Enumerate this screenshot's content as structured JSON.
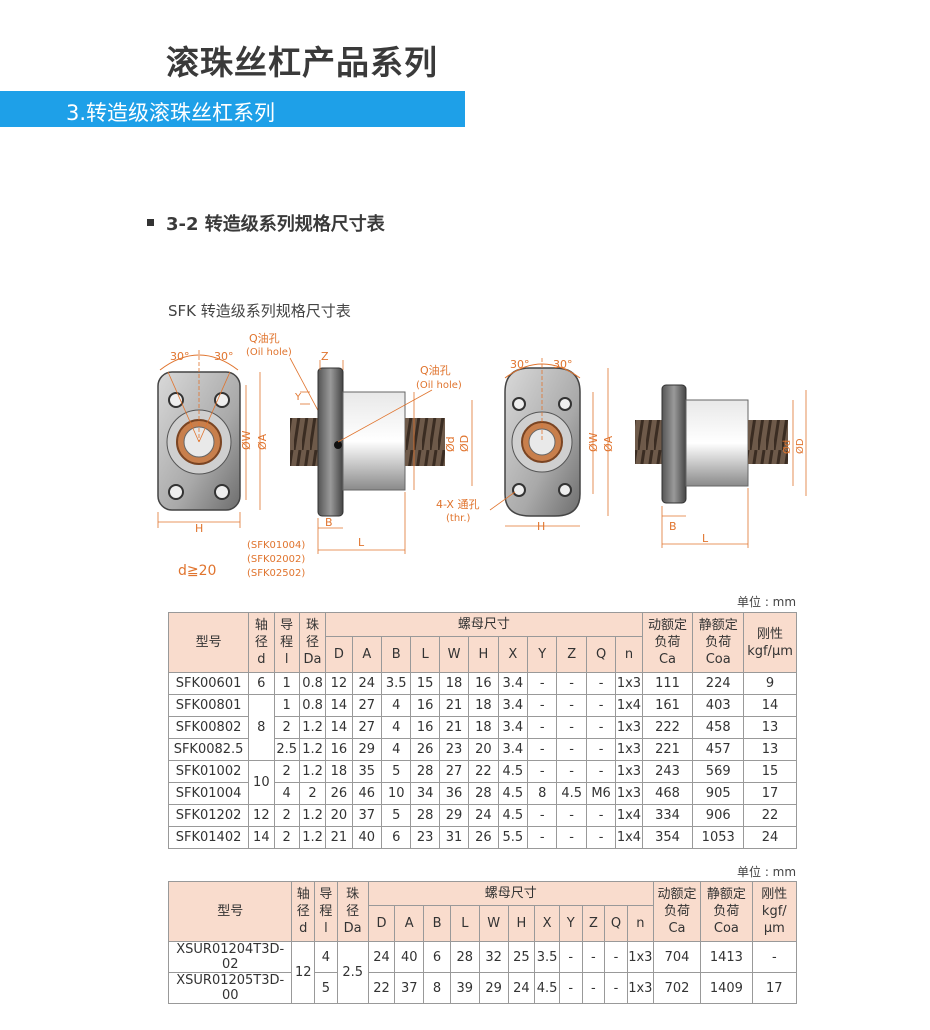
{
  "page": {
    "title": "滚珠丝杠产品系列",
    "banner": "3.转造级滚珠丝杠系列",
    "section": "3-2 转造级系列规格尺寸表",
    "subtitle": "SFK 转造级系列规格尺寸表"
  },
  "drawing": {
    "angle_left_1": "30°",
    "angle_left_2": "30°",
    "angle_right_1": "30°",
    "angle_right_2": "30°",
    "oil_hole_1": "Q油孔",
    "oil_hole_1_en": "(Oil hole)",
    "oil_hole_2": "Q油孔",
    "oil_hole_2_en": "(Oil hole)",
    "thru_hole": "4-X 通孔",
    "thru_hole_en": "(thr.)",
    "dim_H": "H",
    "dim_H2": "H",
    "dim_B": "B",
    "dim_B2": "B",
    "dim_L": "L",
    "dim_L2": "L",
    "dim_Z": "Z",
    "dim_Y": "Y",
    "dim_W": "ØW",
    "dim_A": "ØA",
    "dim_d": "Ød",
    "dim_D": "ØD",
    "dim_W2": "ØW",
    "dim_A2": "ØA",
    "dim_d2": "Ød",
    "dim_D2": "ØD",
    "models_1": "(SFK01004)",
    "models_2": "(SFK02002)",
    "models_3": "(SFK02502)",
    "d_condition": "d≧20"
  },
  "table1": {
    "unit": "单位 : mm",
    "h_model": "型号",
    "h_shaft_1": "轴",
    "h_shaft_2": "径",
    "h_shaft_3": "d",
    "h_lead_1": "导",
    "h_lead_2": "程",
    "h_lead_3": "l",
    "h_ball_1": "珠",
    "h_ball_2": "径",
    "h_ball_3": "Da",
    "h_nut": "螺母尺寸",
    "h_dyn_1": "动额定",
    "h_dyn_2": "负荷",
    "h_dyn_3": "Ca",
    "h_sta_1": "静额定",
    "h_sta_2": "负荷",
    "h_sta_3": "Coa",
    "h_rig_1": "刚性",
    "h_rig_2": "kgf/μm",
    "nut_cols": [
      "D",
      "A",
      "B",
      "L",
      "W",
      "H",
      "X",
      "Y",
      "Z",
      "Q",
      "n"
    ],
    "shaft_groups": [
      {
        "d": "6",
        "rows": 1
      },
      {
        "d": "8",
        "rows": 3
      },
      {
        "d": "10",
        "rows": 2
      },
      {
        "d": "12",
        "rows": 1
      },
      {
        "d": "14",
        "rows": 1
      }
    ],
    "rows": [
      [
        "SFK00601",
        "1",
        "0.8",
        "12",
        "24",
        "3.5",
        "15",
        "18",
        "16",
        "3.4",
        "-",
        "-",
        "-",
        "1x3",
        "111",
        "224",
        "9"
      ],
      [
        "SFK00801",
        "1",
        "0.8",
        "14",
        "27",
        "4",
        "16",
        "21",
        "18",
        "3.4",
        "-",
        "-",
        "-",
        "1x4",
        "161",
        "403",
        "14"
      ],
      [
        "SFK00802",
        "2",
        "1.2",
        "14",
        "27",
        "4",
        "16",
        "21",
        "18",
        "3.4",
        "-",
        "-",
        "-",
        "1x3",
        "222",
        "458",
        "13"
      ],
      [
        "SFK0082.5",
        "2.5",
        "1.2",
        "16",
        "29",
        "4",
        "26",
        "23",
        "20",
        "3.4",
        "-",
        "-",
        "-",
        "1x3",
        "221",
        "457",
        "13"
      ],
      [
        "SFK01002",
        "2",
        "1.2",
        "18",
        "35",
        "5",
        "28",
        "27",
        "22",
        "4.5",
        "-",
        "-",
        "-",
        "1x3",
        "243",
        "569",
        "15"
      ],
      [
        "SFK01004",
        "4",
        "2",
        "26",
        "46",
        "10",
        "34",
        "36",
        "28",
        "4.5",
        "8",
        "4.5",
        "M6",
        "1x3",
        "468",
        "905",
        "17"
      ],
      [
        "SFK01202",
        "2",
        "1.2",
        "20",
        "37",
        "5",
        "28",
        "29",
        "24",
        "4.5",
        "-",
        "-",
        "-",
        "1x4",
        "334",
        "906",
        "22"
      ],
      [
        "SFK01402",
        "2",
        "1.2",
        "21",
        "40",
        "6",
        "23",
        "31",
        "26",
        "5.5",
        "-",
        "-",
        "-",
        "1x4",
        "354",
        "1053",
        "24"
      ]
    ]
  },
  "table2": {
    "unit": "单位 : mm",
    "h_model": "型号",
    "h_shaft_1": "轴",
    "h_shaft_2": "径",
    "h_shaft_3": "d",
    "h_lead_1": "导",
    "h_lead_2": "程",
    "h_lead_3": "l",
    "h_ball_1": "珠",
    "h_ball_2": "径",
    "h_ball_3": "Da",
    "h_nut": "螺母尺寸",
    "h_dyn_1": "动额定",
    "h_dyn_2": "负荷",
    "h_dyn_3": "Ca",
    "h_sta_1": "静额定",
    "h_sta_2": "负荷",
    "h_sta_3": "Coa",
    "h_rig_1": "刚性",
    "h_rig_2": "kgf/",
    "h_rig_3": "μm",
    "nut_cols": [
      "D",
      "A",
      "B",
      "L",
      "W",
      "H",
      "X",
      "Y",
      "Z",
      "Q",
      "n"
    ],
    "shaft_d": "12",
    "ball_da": "2.5",
    "rows": [
      [
        "XSUR01204T3D-02",
        "4",
        "24",
        "40",
        "6",
        "28",
        "32",
        "25",
        "3.5",
        "-",
        "-",
        "-",
        "1x3",
        "704",
        "1413",
        "-"
      ],
      [
        "XSUR01205T3D-00",
        "5",
        "22",
        "37",
        "8",
        "39",
        "29",
        "24",
        "4.5",
        "-",
        "-",
        "-",
        "1x3",
        "702",
        "1409",
        "17"
      ]
    ]
  }
}
